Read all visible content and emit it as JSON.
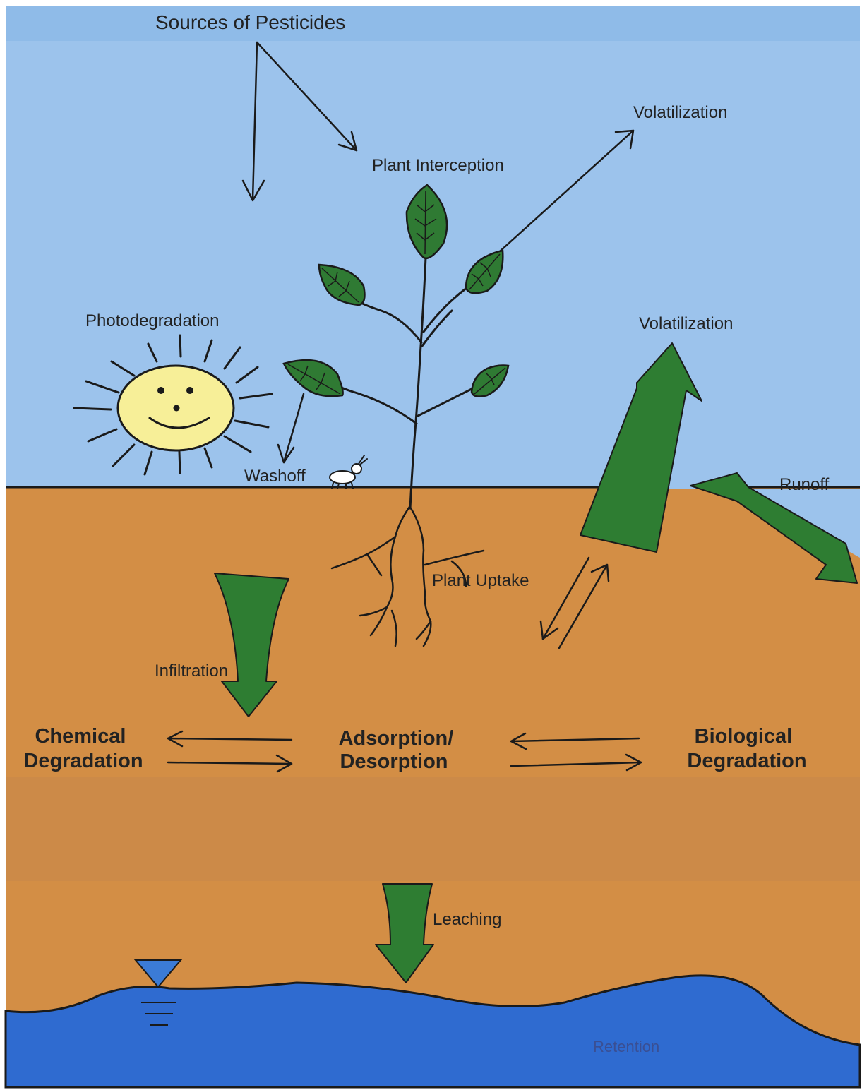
{
  "title": "Sources of Pesticides",
  "labels": {
    "plant_interception": "Plant Interception",
    "volatilization_air": "Volatilization",
    "photodegradation": "Photodegradation",
    "volatilization_soil": "Volatilization",
    "washoff": "Washoff",
    "runoff": "Runoff",
    "plant_uptake": "Plant Uptake",
    "infiltration": "Infiltration",
    "chemical_degradation": [
      "Chemical",
      "Degradation"
    ],
    "adsorption_desorption": [
      "Adsorption/",
      "Desorption"
    ],
    "biological_degradation": [
      "Biological",
      "Degradation"
    ],
    "leaching": "Leaching",
    "retention": "Retention"
  },
  "colors": {
    "sky": "#9cc3ec",
    "soil": "#d38e45",
    "soil_band": "#ce8c4a",
    "water": "#2f6bd0",
    "arrow_green": "#2e7d32",
    "leaf_green": "#2f7a33",
    "sun": "#f7ef98"
  }
}
